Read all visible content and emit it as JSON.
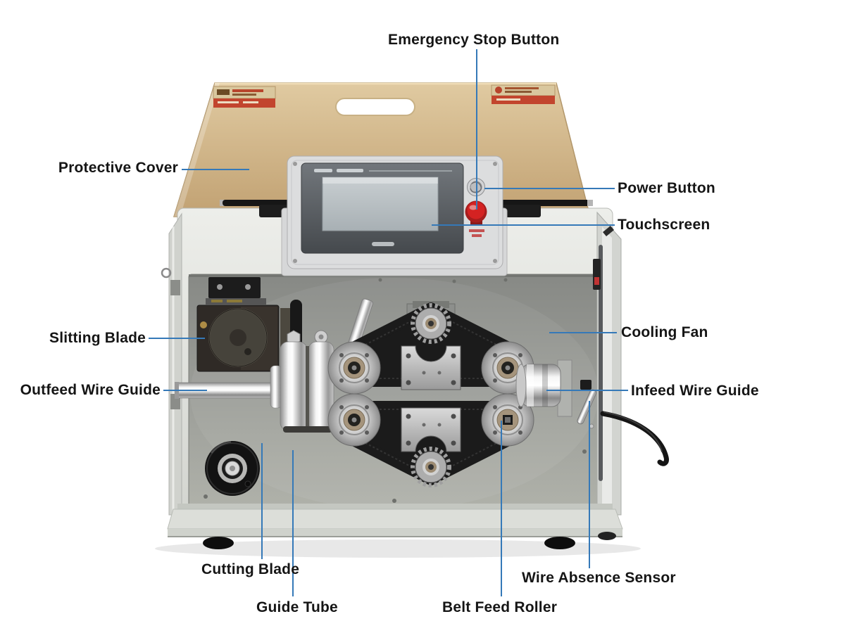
{
  "callouts": {
    "emergency_stop": "Emergency Stop Button",
    "protective_cover": "Protective Cover",
    "power_button": "Power Button",
    "touchscreen": "Touchscreen",
    "slitting_blade": "Slitting Blade",
    "cooling_fan": "Cooling Fan",
    "outfeed_wire_guide": "Outfeed Wire Guide",
    "infeed_wire_guide": "Infeed Wire Guide",
    "cutting_blade": "Cutting Blade",
    "guide_tube": "Guide Tube",
    "belt_feed_roller": "Belt Feed Roller",
    "wire_absence_sensor": "Wire Absence Sensor"
  },
  "colors": {
    "background": "#ffffff",
    "callout_line": "#3579b8",
    "label_text": "#151515",
    "protective_cover": "#cdb083",
    "machine_body": "#dcdeda",
    "inner_panel": "#9a9c98",
    "emergency_stop_red": "#d42222",
    "belt_black": "#1b1b1b"
  }
}
